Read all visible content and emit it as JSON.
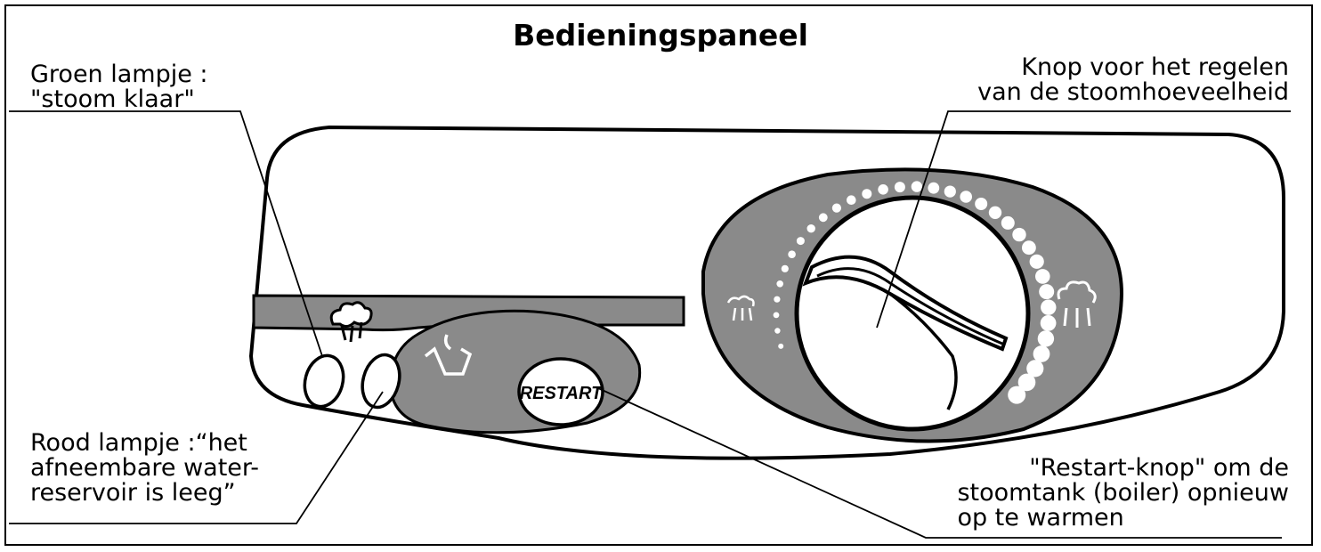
{
  "title": "Bedieningspaneel",
  "labels": {
    "green_lamp": [
      "Groen lampje :",
      "\"stoom klaar\""
    ],
    "red_lamp": [
      "Rood lampje :“het",
      "afneembare water-",
      "reservoir is leeg”"
    ],
    "steam_knob": [
      "Knop voor het regelen",
      "van de stoomhoeveelheid"
    ],
    "restart": [
      "\"Restart-knop\" om de",
      "stoomtank (boiler) opnieuw",
      "op te warmen"
    ]
  },
  "restart_button": "RESTART",
  "icons": {
    "steam_low": "steam-low-icon",
    "steam_high": "steam-high-icon",
    "steam_ready": "steam-cloud-icon",
    "water_tank": "water-tank-icon"
  },
  "colors": {
    "panel_gray": "#8a8a8a",
    "line": "#000000",
    "background": "#ffffff",
    "dots": "#ffffff"
  }
}
